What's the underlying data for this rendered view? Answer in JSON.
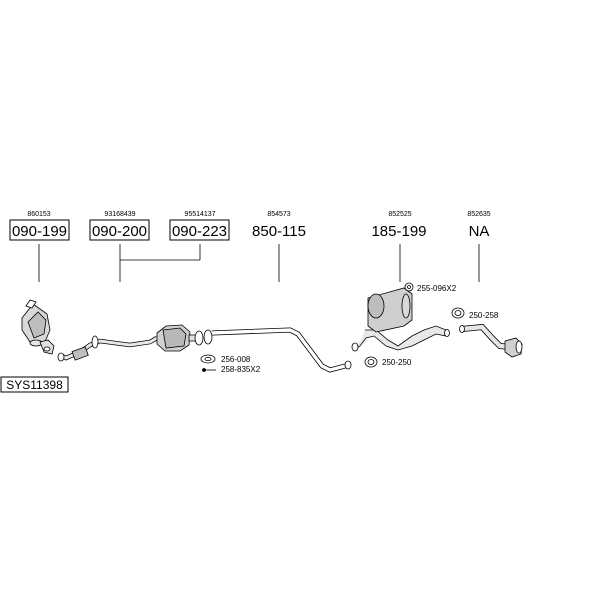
{
  "oem_numbers": {
    "front_pipe": "860153",
    "center_pipe": "93168439",
    "catalyst": "95514137",
    "mid_pipe": "854573",
    "middle_silencer": "852525",
    "rear_silencer": "852635"
  },
  "part_numbers": {
    "front_pipe": "090-199",
    "center_pipe": "090-200",
    "catalyst": "090-223",
    "mid_pipe": "850-115",
    "middle_silencer": "185-199",
    "rear_silencer": "NA"
  },
  "accessories": {
    "gasket": "256-008",
    "bolt": "258-835X2",
    "rubber_mount": "255-096X2",
    "clamp_middle": "250-250",
    "clamp_rear": "250-258"
  },
  "system_code": "SYS11398"
}
